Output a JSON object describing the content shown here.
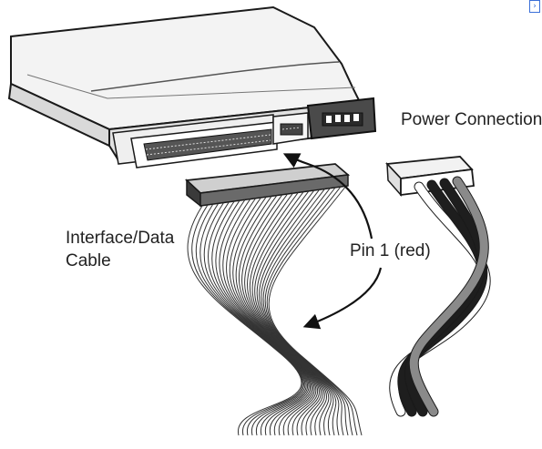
{
  "labels": {
    "power_connection": "Power Connection",
    "interface_line1": "Interface/Data",
    "interface_line2": "Cable",
    "pin1": "Pin 1 (red)"
  },
  "icons": {
    "corner": "expand-icon"
  },
  "colors": {
    "outline": "#1a1a1a",
    "drive_body": "#eeeeee",
    "drive_top": "#f4f4f4",
    "connector_dark": "#4a4a4a",
    "ribbon_line": "#333333",
    "wire_black": "#1e1e1e",
    "wire_gray": "#8a8a8a"
  }
}
